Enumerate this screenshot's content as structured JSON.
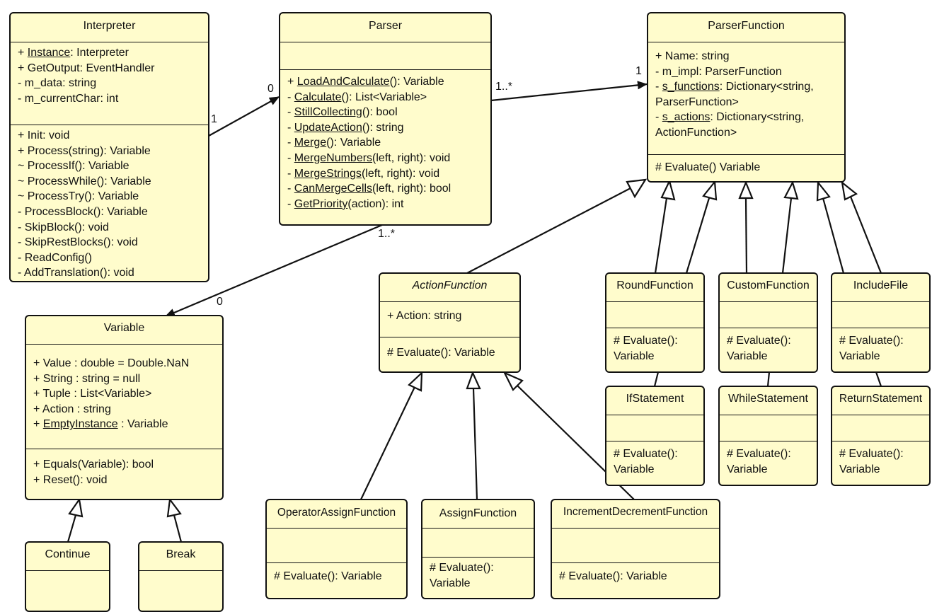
{
  "classes": {
    "interpreter": {
      "name": "Interpreter",
      "attributes": [
        {
          "pre": "+ ",
          "u": "Instance",
          "post": ": Interpreter"
        },
        {
          "pre": "+ GetOutput: EventHandler"
        },
        {
          "pre": "- m_data: string"
        },
        {
          "pre": "- m_currentChar: int"
        }
      ],
      "operations": [
        {
          "pre": "+ Init: void"
        },
        {
          "pre": "+ Process(string): Variable"
        },
        {
          "pre": "~ ProcessIf(): Variable"
        },
        {
          "pre": "~ ProcessWhile(): Variable"
        },
        {
          "pre": "~ ProcessTry(): Variable"
        },
        {
          "pre": "- ProcessBlock(): Variable"
        },
        {
          "pre": "- SkipBlock(): void"
        },
        {
          "pre": "- SkipRestBlocks(): void"
        },
        {
          "pre": "- ReadConfig()"
        },
        {
          "pre": "- AddTranslation(): void"
        }
      ]
    },
    "parser": {
      "name": "Parser",
      "attributes": [],
      "operations": [
        {
          "pre": "+ ",
          "u": "LoadAndCalculate",
          "post": "(): Variable"
        },
        {
          "pre": "- ",
          "u": "Calculate",
          "post": "(): List<Variable>"
        },
        {
          "pre": "- ",
          "u": "StillCollecting",
          "post": "(): bool"
        },
        {
          "pre": "- ",
          "u": "UpdateAction",
          "post": "(): string"
        },
        {
          "pre": "- ",
          "u": "Merge",
          "post": "(): Variable"
        },
        {
          "pre": "- ",
          "u": "MergeNumbers",
          "post": "(left, right): void"
        },
        {
          "pre": "- ",
          "u": "MergeStrings",
          "post": "(left, right): void"
        },
        {
          "pre": "- ",
          "u": "CanMergeCells",
          "post": "(left, right): bool"
        },
        {
          "pre": "- ",
          "u": "GetPriority",
          "post": "(action): int"
        }
      ]
    },
    "parser_function": {
      "name": "ParserFunction",
      "attributes": [
        {
          "pre": "+ Name: string"
        },
        {
          "pre": "- m_impl: ParserFunction"
        },
        {
          "pre": "- ",
          "u": "s_functions",
          "post": ": Dictionary<string,"
        },
        {
          "pre": "ParserFunction>"
        },
        {
          "pre": "- ",
          "u": "s_actions",
          "post": ": Dictionary<string,"
        },
        {
          "pre": "ActionFunction>"
        }
      ],
      "operations": [
        {
          "pre": "# Evaluate()  Variable"
        }
      ]
    },
    "variable": {
      "name": "Variable",
      "attributes": [
        {
          "pre": "+ Value : double = Double.NaN"
        },
        {
          "pre": "+ String : string = null"
        },
        {
          "pre": "+ Tuple : List<Variable>"
        },
        {
          "pre": "+ Action : string"
        },
        {
          "pre": "+ ",
          "u": "EmptyInstance",
          "post": " : Variable"
        }
      ],
      "operations": [
        {
          "pre": "+ Equals(Variable): bool"
        },
        {
          "pre": "+ Reset(): void"
        }
      ]
    },
    "action_function": {
      "name": "ActionFunction",
      "attributes": [
        {
          "pre": "+ Action: string"
        }
      ],
      "operations": [
        {
          "pre": "# Evaluate(): Variable"
        }
      ]
    },
    "round_function": {
      "name": "RoundFunction",
      "operations": [
        {
          "pre": "# Evaluate(): Variable"
        }
      ]
    },
    "custom_function": {
      "name": "CustomFunction",
      "operations": [
        {
          "pre": "# Evaluate(): Variable"
        }
      ]
    },
    "include_file": {
      "name": "IncludeFile",
      "operations": [
        {
          "pre": "# Evaluate(): Variable"
        }
      ]
    },
    "if_statement": {
      "name": "IfStatement",
      "operations": [
        {
          "pre": "# Evaluate(): Variable"
        }
      ]
    },
    "while_statement": {
      "name": "WhileStatement",
      "operations": [
        {
          "pre": "# Evaluate(): Variable"
        }
      ]
    },
    "return_statement": {
      "name": "ReturnStatement",
      "operations": [
        {
          "pre": "# Evaluate(): Variable"
        }
      ]
    },
    "operator_assign_function": {
      "name": "OperatorAssignFunction",
      "operations": [
        {
          "pre": "# Evaluate(): Variable"
        }
      ]
    },
    "assign_function": {
      "name": "AssignFunction",
      "operations": [
        {
          "pre": "# Evaluate(): Variable"
        }
      ]
    },
    "increment_decrement_function": {
      "name": "IncrementDecrementFunction",
      "operations": [
        {
          "pre": "# Evaluate(): Variable"
        }
      ]
    },
    "continue": {
      "name": "Continue"
    },
    "break": {
      "name": "Break"
    }
  },
  "multiplicities": {
    "interp_parser_src": "1",
    "interp_parser_dst": "0",
    "parser_pf_src": "1..*",
    "parser_pf_dst": "1",
    "parser_var_src": "1..*",
    "parser_var_dst": "0"
  }
}
